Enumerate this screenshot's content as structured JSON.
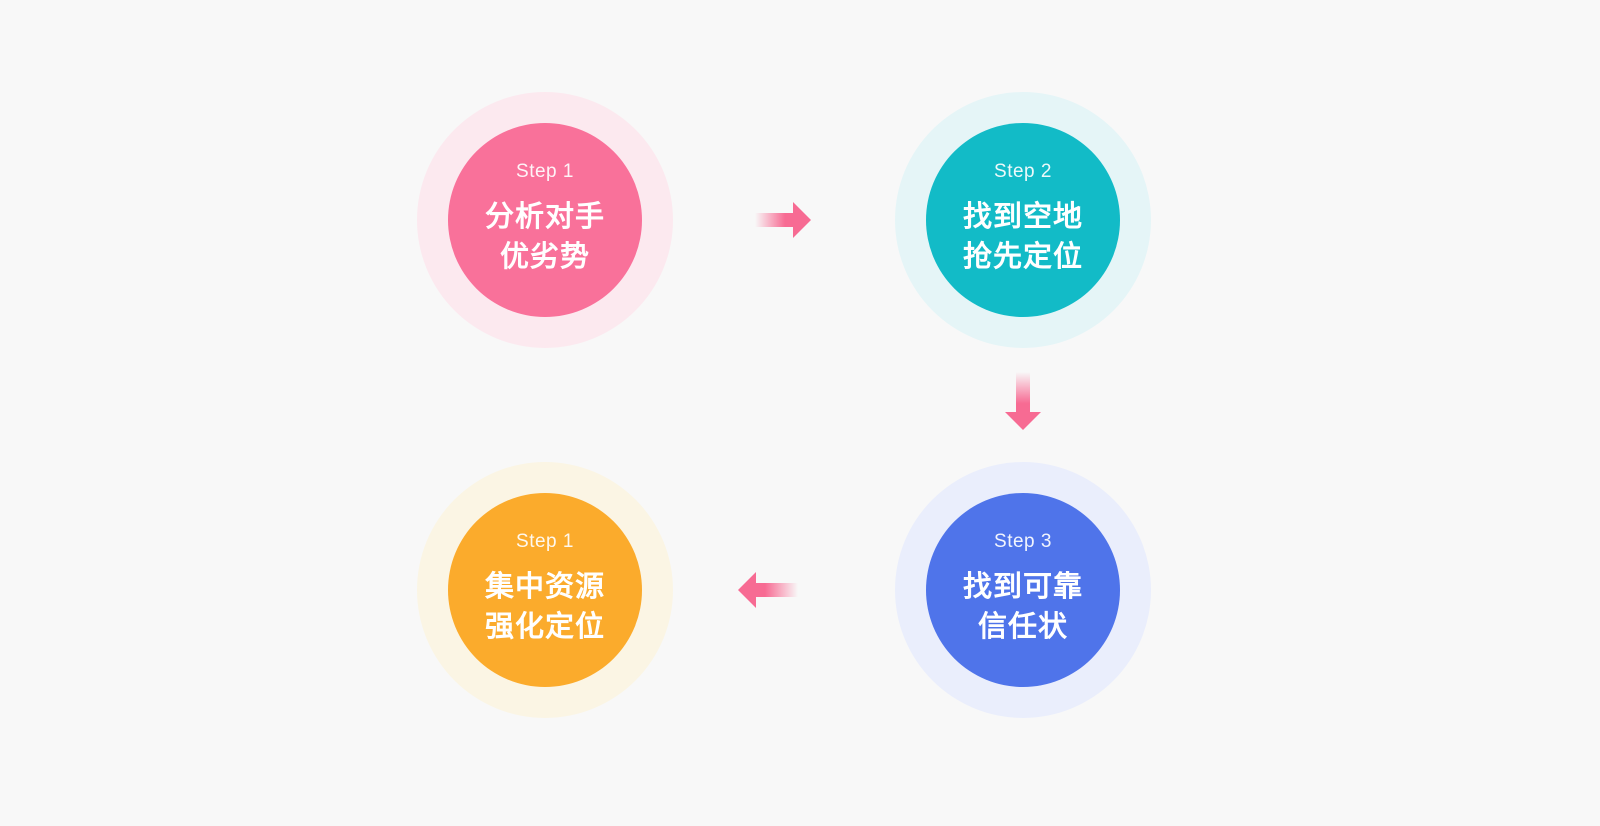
{
  "steps": [
    {
      "label": "Step 1",
      "line1": "分析对手",
      "line2": "优劣势",
      "color": "#f9719a",
      "ring_color": "#fce9ef"
    },
    {
      "label": "Step 2",
      "line1": "找到空地",
      "line2": "抢先定位",
      "color": "#12bbc7",
      "ring_color": "#e5f5f7"
    },
    {
      "label": "Step 3",
      "line1": "找到可靠",
      "line2": "信任状",
      "color": "#4f74ea",
      "ring_color": "#eaeefc"
    },
    {
      "label": "Step 1",
      "line1": "集中资源",
      "line2": "强化定位",
      "color": "#fbab2c",
      "ring_color": "#fbf5e4"
    }
  ],
  "arrows": [
    {
      "direction": "right",
      "color": "#f76b93"
    },
    {
      "direction": "down",
      "color": "#f76b93"
    },
    {
      "direction": "left",
      "color": "#f76b93"
    }
  ]
}
